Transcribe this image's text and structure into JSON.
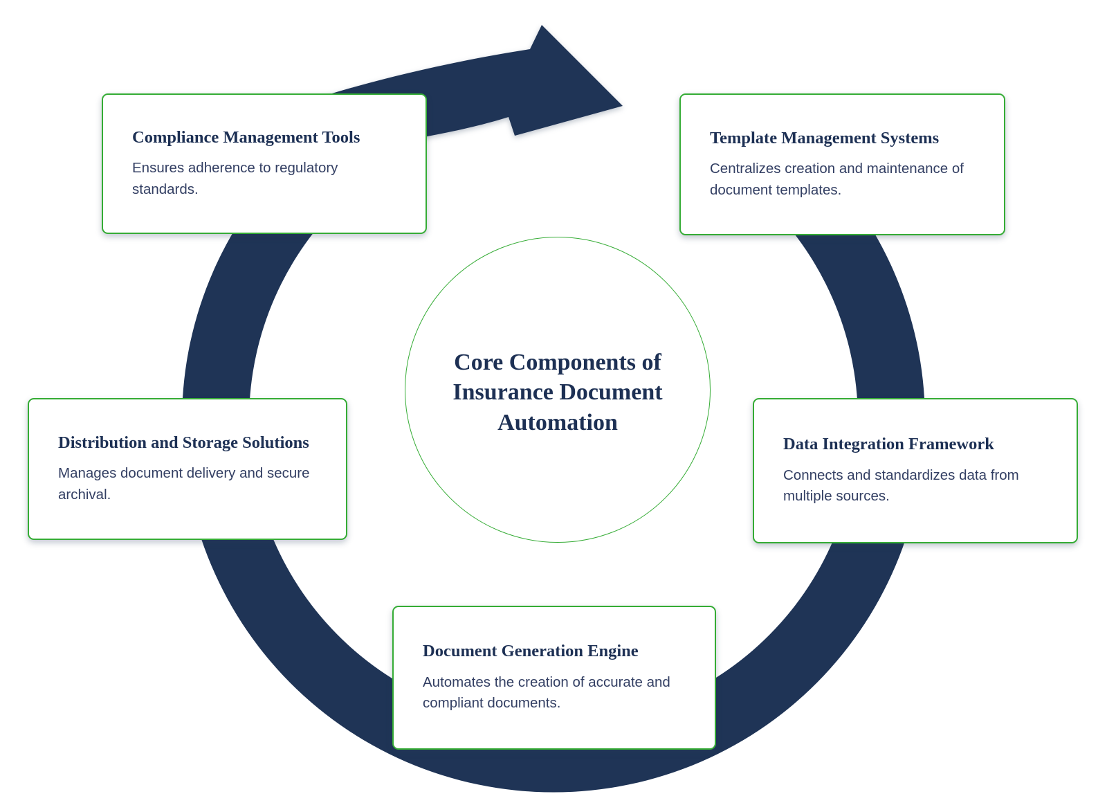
{
  "center": {
    "title": "Core Components of\nInsurance Document\nAutomation"
  },
  "components": [
    {
      "id": "compliance-management-tools",
      "title": "Compliance Management Tools",
      "description": "Ensures adherence to regulatory\nstandards."
    },
    {
      "id": "template-management-systems",
      "title": "Template Management Systems",
      "description": "Centralizes creation and maintenance of\ndocument templates."
    },
    {
      "id": "distribution-and-storage-solutions",
      "title": "Distribution and Storage Solutions",
      "description": "Manages document delivery and secure\narchival."
    },
    {
      "id": "data-integration-framework",
      "title": "Data Integration Framework",
      "description": "Connects and standardizes data from\nmultiple sources."
    },
    {
      "id": "document-generation-engine",
      "title": "Automates the creation of accurate and compliant documents.",
      "description": ""
    }
  ],
  "components_fix": {
    "generation_title": "Document Generation Engine",
    "generation_description": "Automates the creation of accurate and\ncompliant documents."
  },
  "colors": {
    "ring": "#1F3456",
    "accent_green": "#35AC35",
    "heading": "#1D3054",
    "body_text": "#333F63"
  }
}
